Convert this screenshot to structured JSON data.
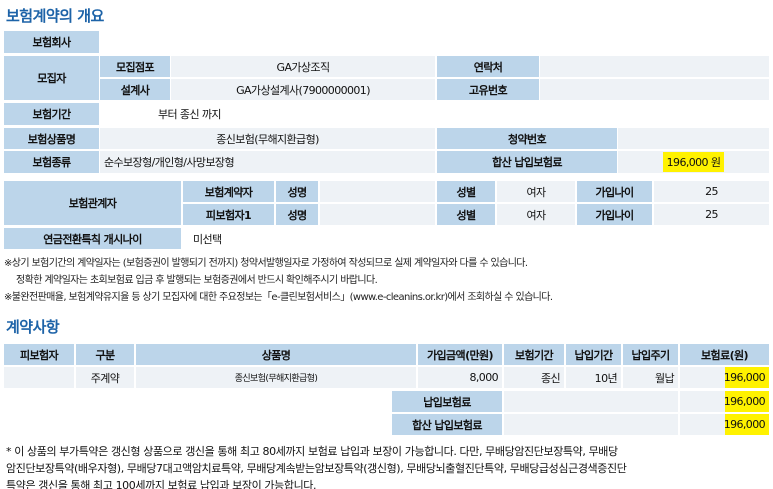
{
  "sections": {
    "overview_title": "보험계약의 개요",
    "contract_title": "계약사항"
  },
  "overview": {
    "insurer_label": "보험회사",
    "recruiter_label": "모집자",
    "branch_label": "모집점포",
    "branch_value": "GA가상조직",
    "contact_label": "연락처",
    "designer_label": "설계사",
    "designer_value": "GA가상설계사(7900000001)",
    "id_label": "고유번호",
    "period_label": "보험기간",
    "period_value": "부터 종신 까지",
    "product_label": "보험상품명",
    "product_value": "종신보험(무해지환급형)",
    "subscription_label": "청약번호",
    "type_label": "보험종류",
    "type_value": "순수보장형/개인형/사망보장형",
    "total_premium_label": "합산 납입보험료",
    "total_premium_value": "196,000 원"
  },
  "parties": {
    "label": "보험관계자",
    "policyholder_label": "보험계약자",
    "insured_label": "피보험자1",
    "name_label": "성명",
    "gender_label": "성별",
    "age_label": "가입나이",
    "policyholder_gender": "여자",
    "policyholder_age": "25",
    "insured_gender": "여자",
    "insured_age": "25"
  },
  "annuity": {
    "label": "연금전환특칙 개시나이",
    "value": "미선택"
  },
  "notes": [
    "※상기 보험기간의 계약일자는 (보험증권이 발행되기 전까지) 청약서발행일자로 가정하여 작성되므로 실제 계약일자와 다를 수 있습니다.",
    "정확한 계약일자는 초회보험료 입금 후 발행되는 보험증권에서 반드시 확인해주시기 바랍니다.",
    "※불완전판매율, 보험계약유지율 등 상기 모집자에 대한 주요정보는「e-클린보험서비스」(www.e-cleanins.or.kr)에서 조회하실 수 있습니다."
  ],
  "contract": {
    "headers": [
      "피보험자",
      "구분",
      "상품명",
      "가입금액(만원)",
      "보험기간",
      "납입기간",
      "납입주기",
      "보험료(원)"
    ],
    "row": {
      "insured": "",
      "kind": "주계약",
      "product": "종신보험(무해지환급형)",
      "amount": "8,000",
      "period": "종신",
      "pay_period": "10년",
      "cycle": "월납",
      "premium": "196,000"
    },
    "paid_label": "납입보험료",
    "paid_value": "196,000",
    "total_label": "합산 납입보험료",
    "total_value": "196,000"
  },
  "footnote": [
    "* 이 상품의 부가특약은 갱신형 상품으로 갱신을 통해 최고 80세까지 보험료 납입과 보장이 가능합니다. 다만, 무배당암진단보장특약, 무배당",
    "암진단보장특약(배우자형), 무배당7대고액암치료특약, 무배당계속받는암보장특약(갱신형), 무배당뇌출혈진단특약, 무배당급성심근경색증진단",
    "특약은 갱신을 통해 최고 100세까지 보험료 납입과 보장이 가능합니다."
  ],
  "colors": {
    "header_bg": "#bcd5ea",
    "title": "#1d63a8",
    "highlight": "#fff200"
  }
}
